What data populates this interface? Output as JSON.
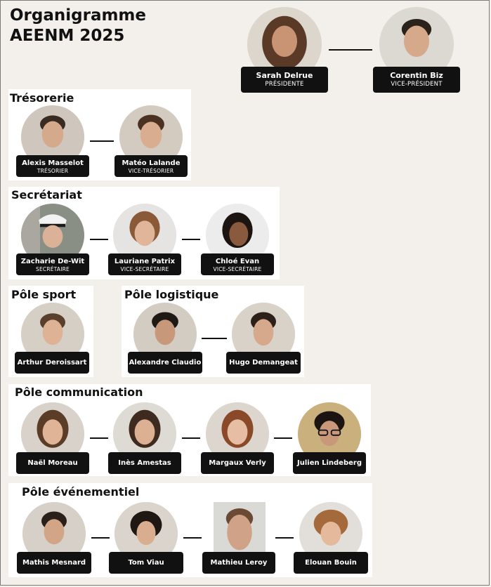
{
  "title": {
    "line1": "Organigramme",
    "line2": "AEENM 2025"
  },
  "colors": {
    "background": "#f3f0eb",
    "card": "#ffffff",
    "label_bg": "#111111",
    "label_text": "#ffffff"
  },
  "bureau": {
    "members": [
      {
        "name": "Sarah Delrue",
        "role": "PRÉSIDENTE"
      },
      {
        "name": "Corentin Biz",
        "role": "VICE-PRÉSIDENT"
      }
    ]
  },
  "tresorerie": {
    "title": "Trésorerie",
    "members": [
      {
        "name": "Alexis Masselot",
        "role": "TRÉSORIER"
      },
      {
        "name": "Matéo Lalande",
        "role": "VICE-TRÉSORIER"
      }
    ]
  },
  "secretariat": {
    "title": "Secrétariat",
    "members": [
      {
        "name": "Zacharie De-Wit",
        "role": "SECRÉTAIRE"
      },
      {
        "name": "Lauriane Patrix",
        "role": "VICE-SECRÉTAIRE"
      },
      {
        "name": "Chloé Evan",
        "role": "VICE-SECRÉTAIRE"
      }
    ]
  },
  "sport": {
    "title": "Pôle sport",
    "members": [
      {
        "name": "Arthur Deroissart"
      }
    ]
  },
  "logistique": {
    "title": "Pôle logistique",
    "members": [
      {
        "name": "Alexandre Claudio"
      },
      {
        "name": "Hugo Demangeat"
      }
    ]
  },
  "communication": {
    "title": "Pôle communication",
    "members": [
      {
        "name": "Naël Moreau"
      },
      {
        "name": "Inès Amestas"
      },
      {
        "name": "Margaux Verly"
      },
      {
        "name": "Julien Lindeberg"
      }
    ]
  },
  "evenementiel": {
    "title": "Pôle événementiel",
    "members": [
      {
        "name": "Mathis Mesnard"
      },
      {
        "name": "Tom Viau"
      },
      {
        "name": "Mathieu Leroy"
      },
      {
        "name": "Elouan Bouin"
      }
    ]
  }
}
